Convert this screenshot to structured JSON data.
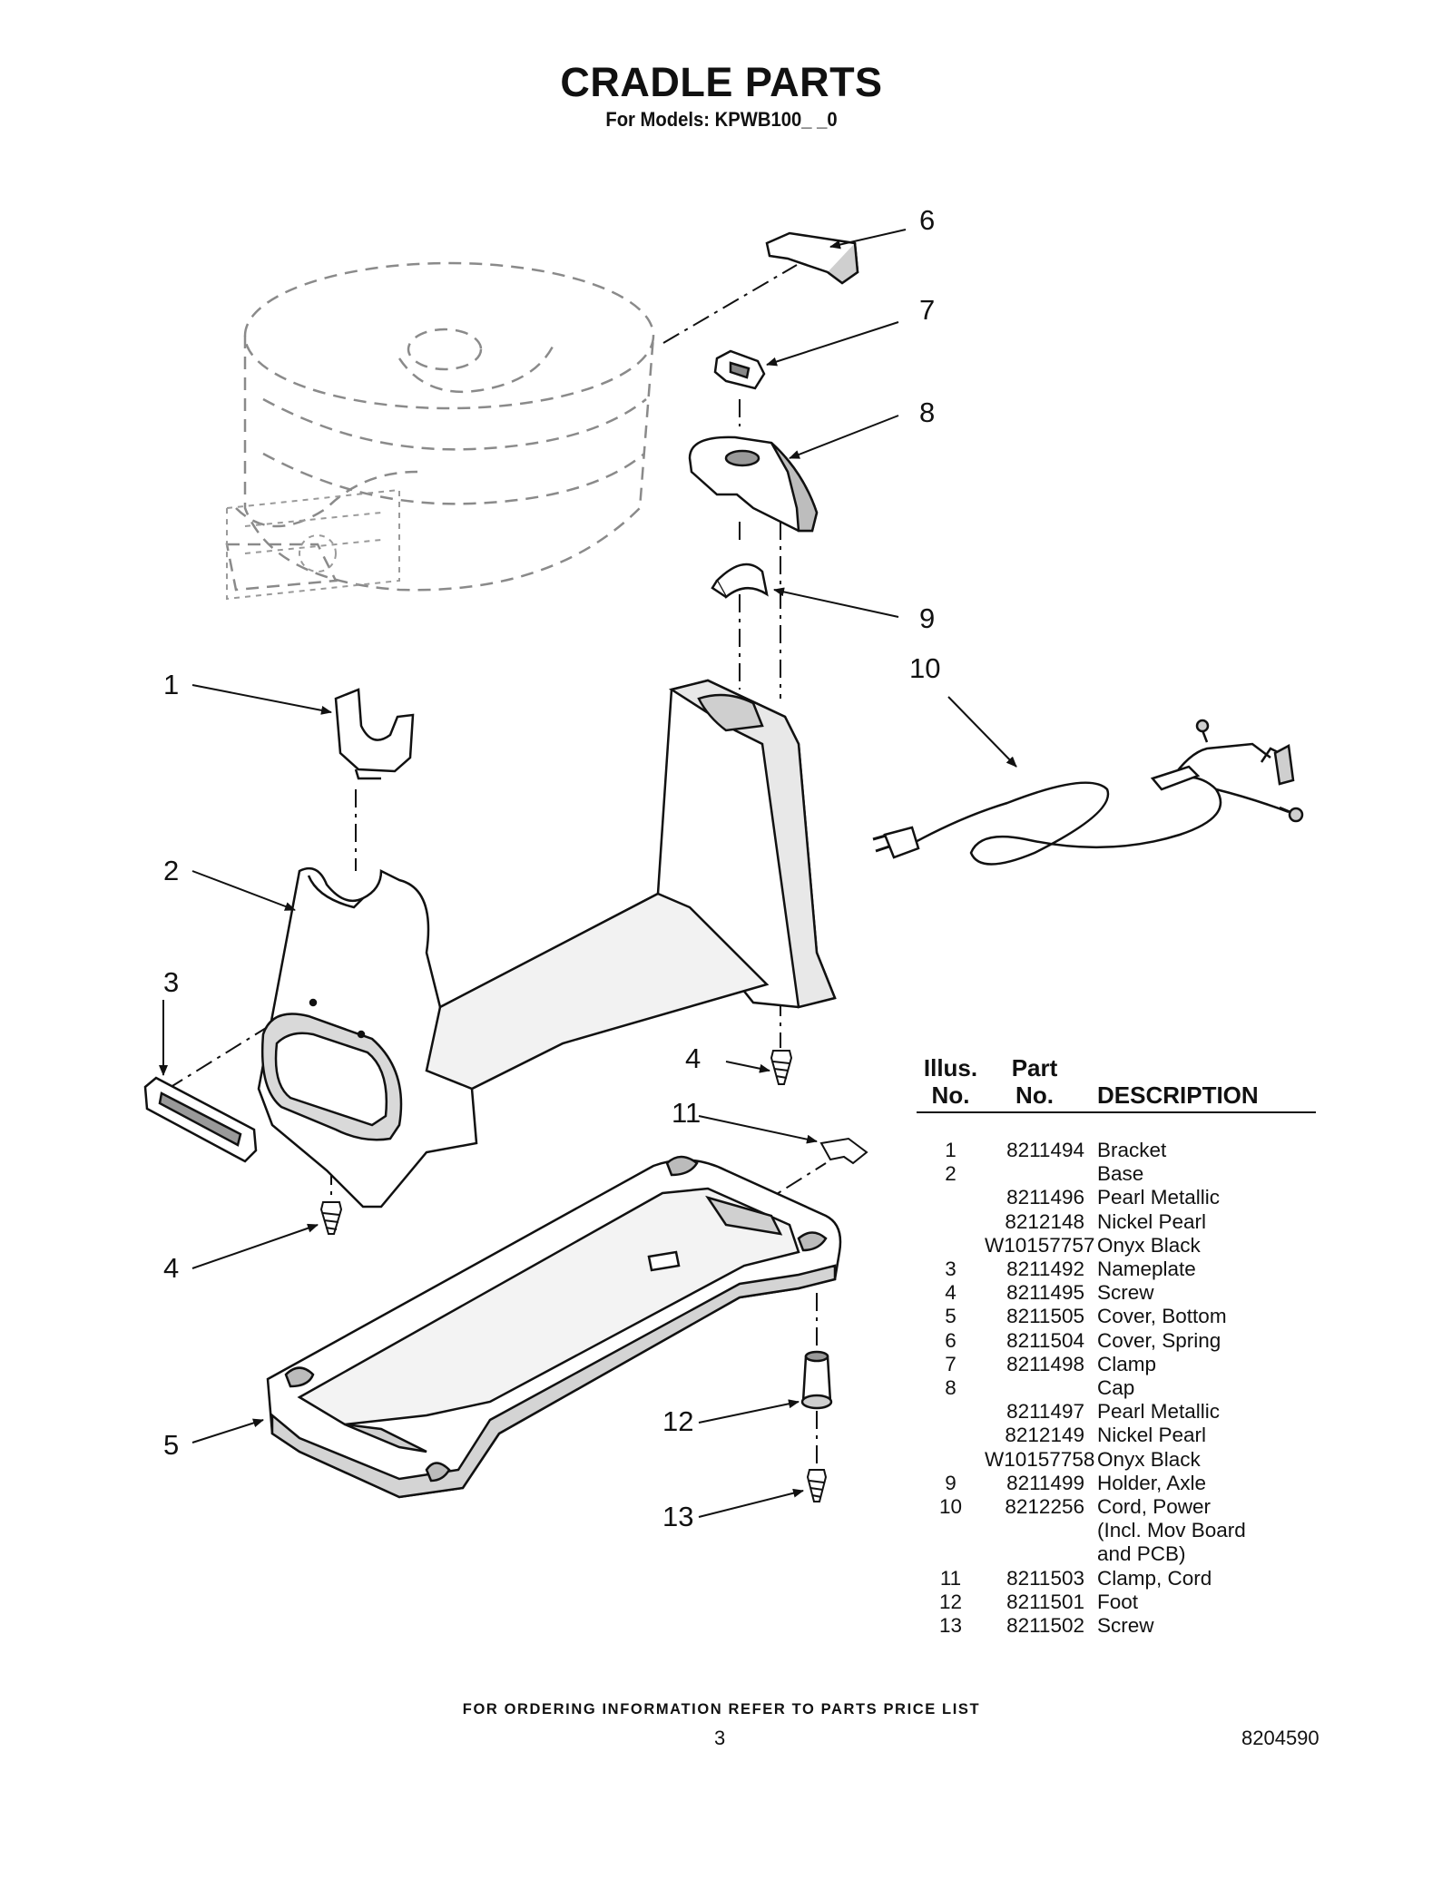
{
  "header": {
    "title": "CRADLE PARTS",
    "subtitle": "For Models: KPWB100_ _0"
  },
  "callouts": [
    "1",
    "2",
    "3",
    "4",
    "4",
    "5",
    "6",
    "7",
    "8",
    "9",
    "10",
    "11",
    "12",
    "13"
  ],
  "parts_table": {
    "headers": {
      "illus_line1": "Illus.",
      "illus_line2": "No.",
      "part_line1": "Part",
      "part_line2": "No.",
      "description": "DESCRIPTION"
    },
    "rows": [
      {
        "illus": "1",
        "part": "8211494",
        "description": "Bracket"
      },
      {
        "illus": "2",
        "part": "",
        "description": "Base"
      },
      {
        "illus": "",
        "part": "8211496",
        "description": "Pearl Metallic"
      },
      {
        "illus": "",
        "part": "8212148",
        "description": "Nickel Pearl"
      },
      {
        "illus": "",
        "part": "W10157757",
        "description": "Onyx Black"
      },
      {
        "illus": "3",
        "part": "8211492",
        "description": "Nameplate"
      },
      {
        "illus": "4",
        "part": "8211495",
        "description": "Screw"
      },
      {
        "illus": "5",
        "part": "8211505",
        "description": "Cover, Bottom"
      },
      {
        "illus": "6",
        "part": "8211504",
        "description": "Cover, Spring"
      },
      {
        "illus": "7",
        "part": "8211498",
        "description": "Clamp"
      },
      {
        "illus": "8",
        "part": "",
        "description": "Cap"
      },
      {
        "illus": "",
        "part": "8211497",
        "description": "Pearl Metallic"
      },
      {
        "illus": "",
        "part": "8212149",
        "description": "Nickel Pearl"
      },
      {
        "illus": "",
        "part": "W10157758",
        "description": "Onyx Black"
      },
      {
        "illus": "9",
        "part": "8211499",
        "description": "Holder, Axle"
      },
      {
        "illus": "10",
        "part": "8212256",
        "description": "Cord, Power"
      },
      {
        "illus": "",
        "part": "",
        "description": "(Incl. Mov Board"
      },
      {
        "illus": "",
        "part": "",
        "description": "and PCB)"
      },
      {
        "illus": "11",
        "part": "8211503",
        "description": "Clamp, Cord"
      },
      {
        "illus": "12",
        "part": "8211501",
        "description": "Foot"
      },
      {
        "illus": "13",
        "part": "8211502",
        "description": "Screw"
      }
    ]
  },
  "footer": {
    "note": "FOR ORDERING INFORMATION REFER TO PARTS PRICE LIST",
    "page_number": "3",
    "document_number": "8204590"
  },
  "colors": {
    "line": "#111111",
    "dashed_outline": "#8a8a8a",
    "part_fill": "#ffffff",
    "part_shade": "#cfcfcf"
  }
}
